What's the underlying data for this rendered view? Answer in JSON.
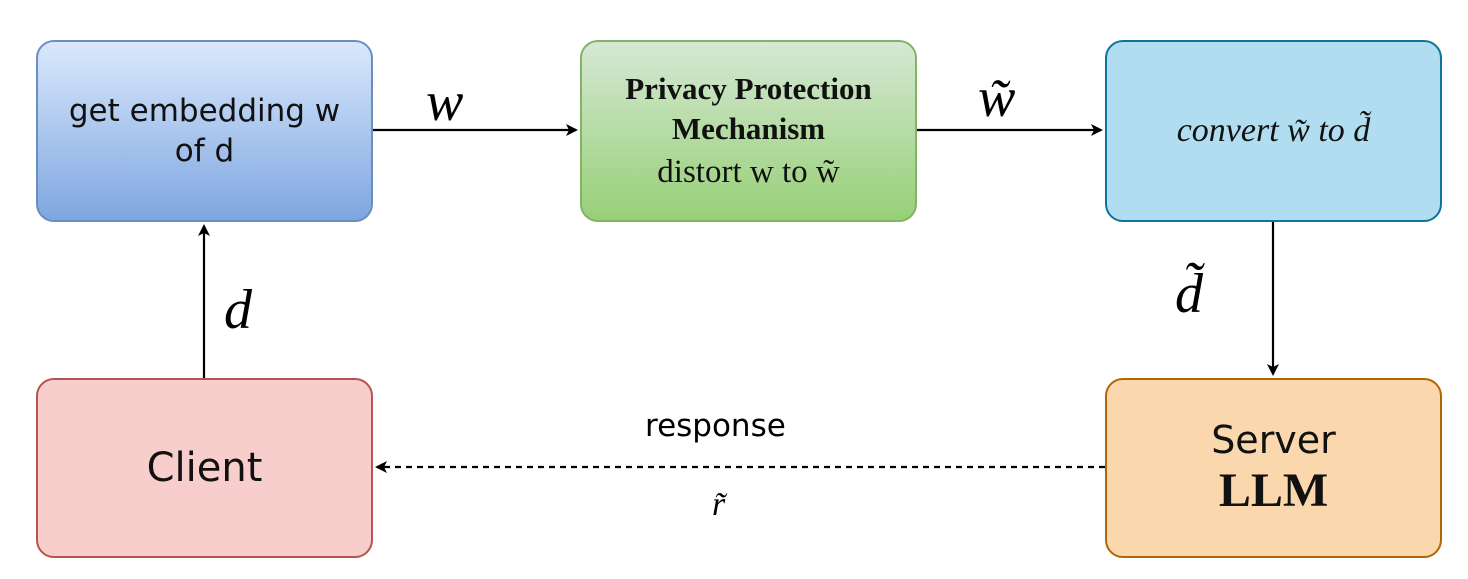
{
  "nodes": {
    "embed": {
      "text": "get embedding w of d"
    },
    "privacy": {
      "title_line1": "Privacy Protection",
      "title_line2": "Mechanism",
      "subtitle": "distort w to w̃"
    },
    "convert": {
      "text": "convert w̃ to d̃"
    },
    "client": {
      "text": "Client"
    },
    "server": {
      "line1": "Server",
      "line2": "LLM"
    }
  },
  "edges": {
    "embed_to_privacy": {
      "label": "w"
    },
    "privacy_to_convert": {
      "label": "w̃"
    },
    "client_to_embed": {
      "label": "d"
    },
    "convert_to_server": {
      "label": "d̃"
    },
    "server_to_client": {
      "label_top": "response",
      "label_bottom": "r̃"
    }
  },
  "colors": {
    "embed_fill": "#7ea6e0",
    "privacy_fill": "#97d077",
    "convert_fill": "#b1ddf0",
    "client_fill": "#f8cecc",
    "server_fill": "#fad7ac",
    "edge": "#000000"
  }
}
